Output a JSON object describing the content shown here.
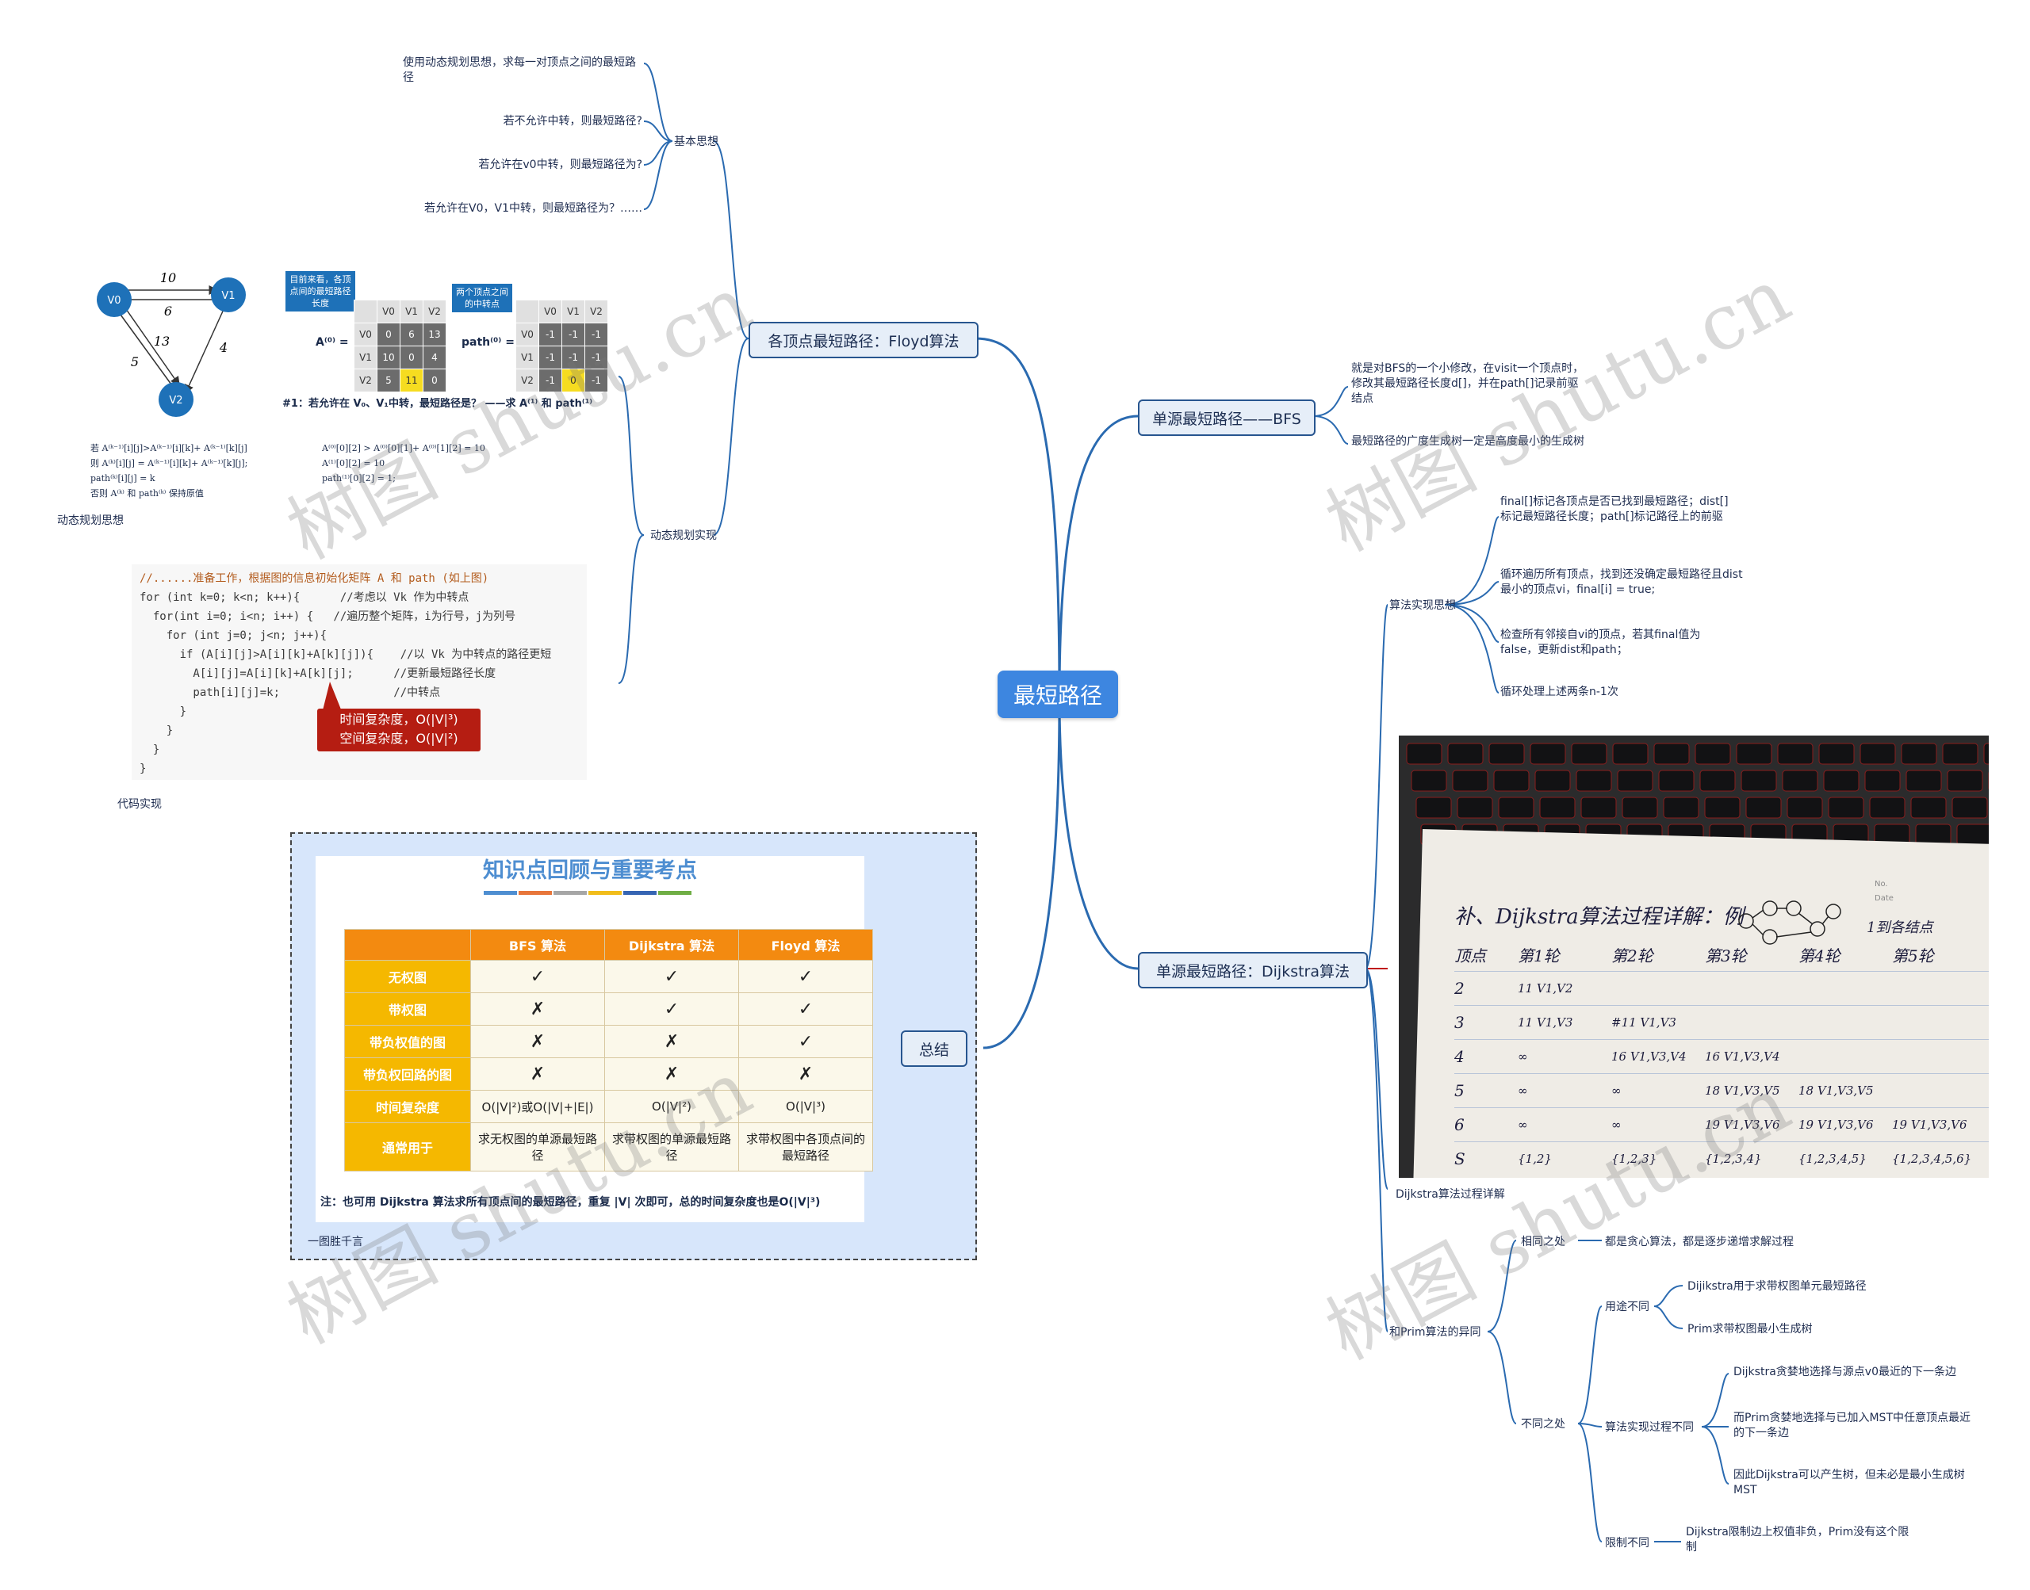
{
  "root": {
    "label": "最短路径"
  },
  "floyd": {
    "title": "各顶点最短路径：Floyd算法",
    "basic": {
      "label": "基本思想",
      "items": [
        "使用动态规划思想，求每一对顶点之间的最短路径",
        "若不允许中转，则最短路径?",
        "若允许在v0中转，则最短路径为?",
        "若允许在V0，V1中转，则最短路径为？……"
      ]
    },
    "dp": {
      "label": "动态规划实现",
      "image_caption": "动态规划思想",
      "code_caption": "代码实现",
      "graph": {
        "nodes": [
          "V0",
          "V1",
          "V2"
        ],
        "weights": [
          "10",
          "6",
          "13",
          "4",
          "5"
        ]
      },
      "callout_a": "目前来看，各顶点间的最短路径长度",
      "callout_path": "两个顶点之间的中转点",
      "a_label": "A⁽⁰⁾ =",
      "path_label": "path⁽⁰⁾ =",
      "matrix_headers": [
        "V0",
        "V1",
        "V2"
      ],
      "matrix_a": [
        [
          "0",
          "6",
          "13"
        ],
        [
          "10",
          "0",
          "4"
        ],
        [
          "5",
          "11",
          "0"
        ]
      ],
      "matrix_path": [
        [
          "-1",
          "-1",
          "-1"
        ],
        [
          "-1",
          "-1",
          "-1"
        ],
        [
          "-1",
          "0",
          "-1"
        ]
      ],
      "step_text": "#1：若允许在 V₀、V₁中转，最短路径是？ ——求 A⁽¹⁾ 和 path⁽¹⁾",
      "rule_lines": [
        "若    A⁽ᵏ⁻¹⁾[i][j]>A⁽ᵏ⁻¹⁾[i][k]+ A⁽ᵏ⁻¹⁾[k][j]",
        "则    A⁽ᵏ⁾[i][j] = A⁽ᵏ⁻¹⁾[i][k]+ A⁽ᵏ⁻¹⁾[k][j];",
        "      path⁽ᵏ⁾[i][j] = k",
        "否则  A⁽ᵏ⁾ 和 path⁽ᵏ⁾ 保持原值"
      ],
      "rule_right": [
        "A⁽⁰⁾[0][2] > A⁽⁰⁾[0][1]+ A⁽⁰⁾[1][2] = 10",
        "A⁽¹⁾[0][2] = 10",
        "path⁽¹⁾[0][2] = 1;"
      ],
      "code_lines": [
        "//......准备工作，根据图的信息初始化矩阵 A 和 path (如上图)",
        "for (int k=0; k<n; k++){      //考虑以 Vk 作为中转点",
        "  for(int i=0; i<n; i++) {   //遍历整个矩阵，i为行号，j为列号",
        "    for (int j=0; j<n; j++){",
        "      if (A[i][j]>A[i][k]+A[k][j]){    //以 Vk 为中转点的路径更短",
        "        A[i][j]=A[i][k]+A[k][j];      //更新最短路径长度",
        "        path[i][j]=k;                 //中转点",
        "      }",
        "    }",
        "  }",
        "}"
      ],
      "complexity": [
        "时间复杂度，O(|V|³)",
        "空间复杂度，O(|V|²)"
      ]
    }
  },
  "summary": {
    "title": "总结",
    "caption": "一图胜千言",
    "card_title": "知识点回顾与重要考点",
    "headers": [
      "",
      "BFS 算法",
      "Dijkstra 算法",
      "Floyd 算法"
    ],
    "rows": [
      {
        "label": "无权图",
        "cells": [
          "✓",
          "✓",
          "✓"
        ]
      },
      {
        "label": "带权图",
        "cells": [
          "✗",
          "✓",
          "✓"
        ]
      },
      {
        "label": "带负权值的图",
        "cells": [
          "✗",
          "✗",
          "✓"
        ]
      },
      {
        "label": "带负权回路的图",
        "cells": [
          "✗",
          "✗",
          "✗"
        ]
      },
      {
        "label": "时间复杂度",
        "cells": [
          "O(|V|²)或O(|V|+|E|)",
          "O(|V|²)",
          "O(|V|³)"
        ]
      },
      {
        "label": "通常用于",
        "cells": [
          "求无权图的单源最短路径",
          "求带权图的单源最短路径",
          "求带权图中各顶点间的最短路径"
        ]
      }
    ],
    "note": "注：也可用 Dijkstra 算法求所有顶点间的最短路径，重复 |V| 次即可，总的时间复杂度也是O(|V|³)",
    "accent_colors": [
      "#4e8ed1",
      "#e8763a",
      "#a6a6a6",
      "#f1bd1a",
      "#3665b3",
      "#6fae45"
    ]
  },
  "bfs": {
    "title": "单源最短路径——BFS",
    "items": [
      "就是对BFS的一个小修改，在visit一个顶点时，修改其最短路径长度d[]，并在path[]记录前驱结点",
      "最短路径的广度生成树一定是高度最小的生成树"
    ]
  },
  "dijkstra": {
    "title": "单源最短路径：Dijkstra算法",
    "idea": {
      "label": "算法实现思想",
      "items": [
        "final[]标记各顶点是否已找到最短路径；dist[]标记最短路径长度；path[]标记路径上的前驱",
        "循环遍历所有顶点，找到还没确定最短路径且dist最小的顶点vi，final[i] = true;",
        "检查所有邻接自vi的顶点，若其final值为false，更新dist和path；",
        "循环处理上述两条n-1次"
      ]
    },
    "photo_caption": "Dijkstra算法过程详解",
    "photo": {
      "heading": "补、Dijkstra算法过程详解：例",
      "source": "1到各结点",
      "columns": [
        "顶点",
        "第1轮",
        "第2轮",
        "第3轮",
        "第4轮",
        "第5轮"
      ],
      "rows": [
        [
          "2",
          "11 V1,V2",
          "",
          "",
          "",
          ""
        ],
        [
          "3",
          "11 V1,V3",
          "#11 V1,V3",
          "",
          "",
          ""
        ],
        [
          "4",
          "∞",
          "16 V1,V3,V4",
          "16 V1,V3,V4",
          "",
          ""
        ],
        [
          "5",
          "∞",
          "∞",
          "18 V1,V3,V5",
          "18 V1,V3,V5",
          ""
        ],
        [
          "6",
          "∞",
          "∞",
          "19 V1,V3,V6",
          "19 V1,V3,V6",
          "19 V1,V3,V6"
        ],
        [
          "S",
          "{1,2}",
          "{1,2,3}",
          "{1,2,3,4}",
          "{1,2,3,4,5}",
          "{1,2,3,4,5,6}"
        ]
      ],
      "corner_no": "No.",
      "corner_date": "Date"
    },
    "prim": {
      "label": "和Prim算法的异同",
      "same": {
        "label": "相同之处",
        "item": "都是贪心算法，都是逐步递增求解过程"
      },
      "diff": {
        "label": "不同之处",
        "use": {
          "label": "用途不同",
          "items": [
            "Dijikstra用于求带权图单元最短路径",
            "Prim求带权图最小生成树"
          ]
        },
        "impl": {
          "label": "算法实现过程不同",
          "items": [
            "Dijkstra贪婪地选择与源点v0最近的下一条边",
            "而Prim贪婪地选择与已加入MST中任意顶点最近的下一条边",
            "因此Dijkstra可以产生树，但未必是最小生成树MST"
          ]
        },
        "limit": {
          "label": "限制不同",
          "item": "Dijkstra限制边上权值非负，Prim没有这个限制"
        }
      }
    }
  },
  "watermarks": [
    "树图 shutu.cn",
    "树图 shutu.cn",
    "树图 shutu.cn",
    "树图 shutu.cn"
  ],
  "colors": {
    "branch": "#2a6ab0",
    "root": "#3d86e0",
    "node_bg": "#e6eef8"
  }
}
